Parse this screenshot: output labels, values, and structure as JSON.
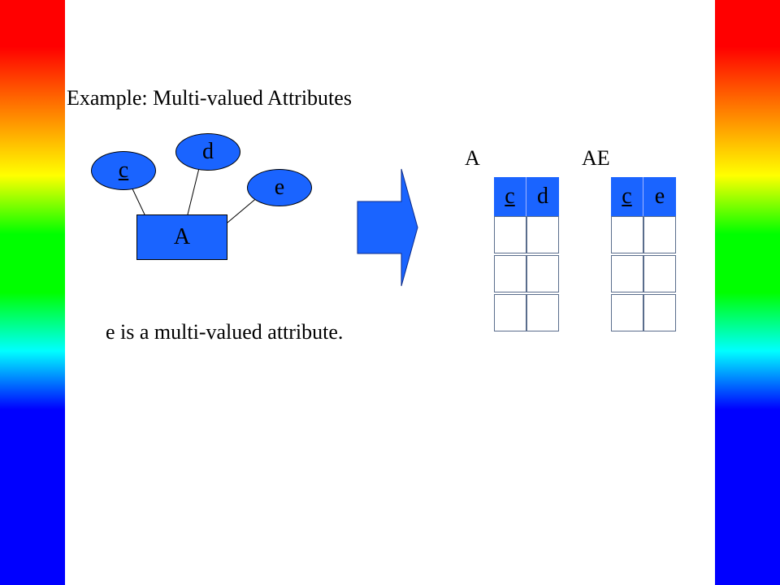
{
  "slide": {
    "title": "Example: Multi-valued Attributes",
    "caption": "e is a multi-valued attribute.",
    "colors": {
      "bar_top": "#ff0000",
      "bar_mid": "#00ff00",
      "bar_bottom": "#0000ff",
      "shape_fill": "#1a64ff"
    }
  },
  "er_diagram": {
    "entity": {
      "label": "A"
    },
    "attributes": [
      {
        "label": "c",
        "key": true
      },
      {
        "label": "d",
        "key": false
      },
      {
        "label": "e",
        "key": false,
        "multivalued": true
      }
    ]
  },
  "arrow": {
    "icon": "right-arrow-icon"
  },
  "tables": [
    {
      "name": "A",
      "columns": [
        {
          "label": "c",
          "key": true
        },
        {
          "label": "d",
          "key": false
        }
      ],
      "empty_rows": 3
    },
    {
      "name": "AE",
      "columns": [
        {
          "label": "c",
          "key": true
        },
        {
          "label": "e",
          "key": false
        }
      ],
      "empty_rows": 3
    }
  ]
}
